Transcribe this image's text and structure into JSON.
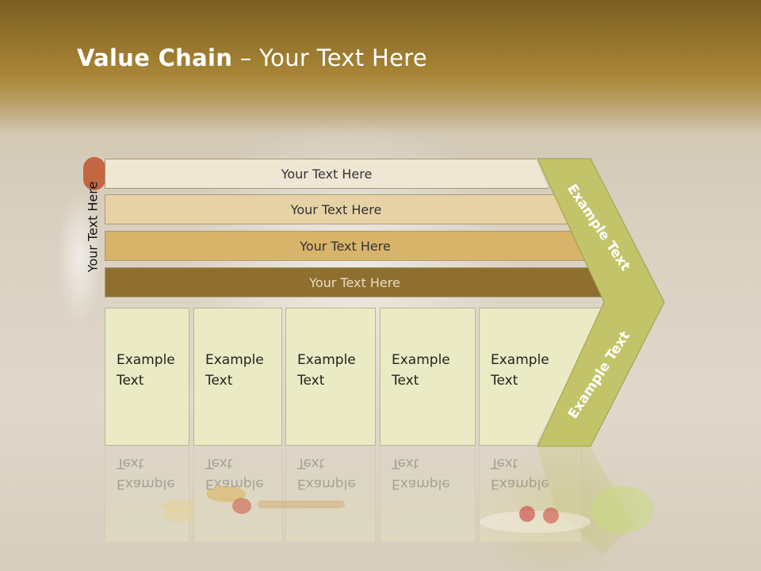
{
  "slide": {
    "title_bold": "Value Chain",
    "title_rest": " – Your Text Here",
    "side_label": "Your Text Here"
  },
  "bars": [
    {
      "label": "Your Text Here",
      "color": "#efe6d3"
    },
    {
      "label": "Your Text Here",
      "color": "#e6d2a4"
    },
    {
      "label": "Your Text Here",
      "color": "#d8b36a"
    },
    {
      "label": "Your Text Here",
      "color": "#8f6f2f"
    }
  ],
  "cards": [
    {
      "line1": "Example",
      "line2": "Text"
    },
    {
      "line1": "Example",
      "line2": "Text"
    },
    {
      "line1": "Example",
      "line2": "Text"
    },
    {
      "line1": "Example",
      "line2": "Text"
    },
    {
      "line1": "Example",
      "line2": "Text"
    }
  ],
  "chevron": {
    "top_label": "Example Text",
    "bottom_label": "Example Text",
    "color": "#c3c46a"
  },
  "colors": {
    "header": "#94742d",
    "card_fill": "#eaebc4"
  }
}
